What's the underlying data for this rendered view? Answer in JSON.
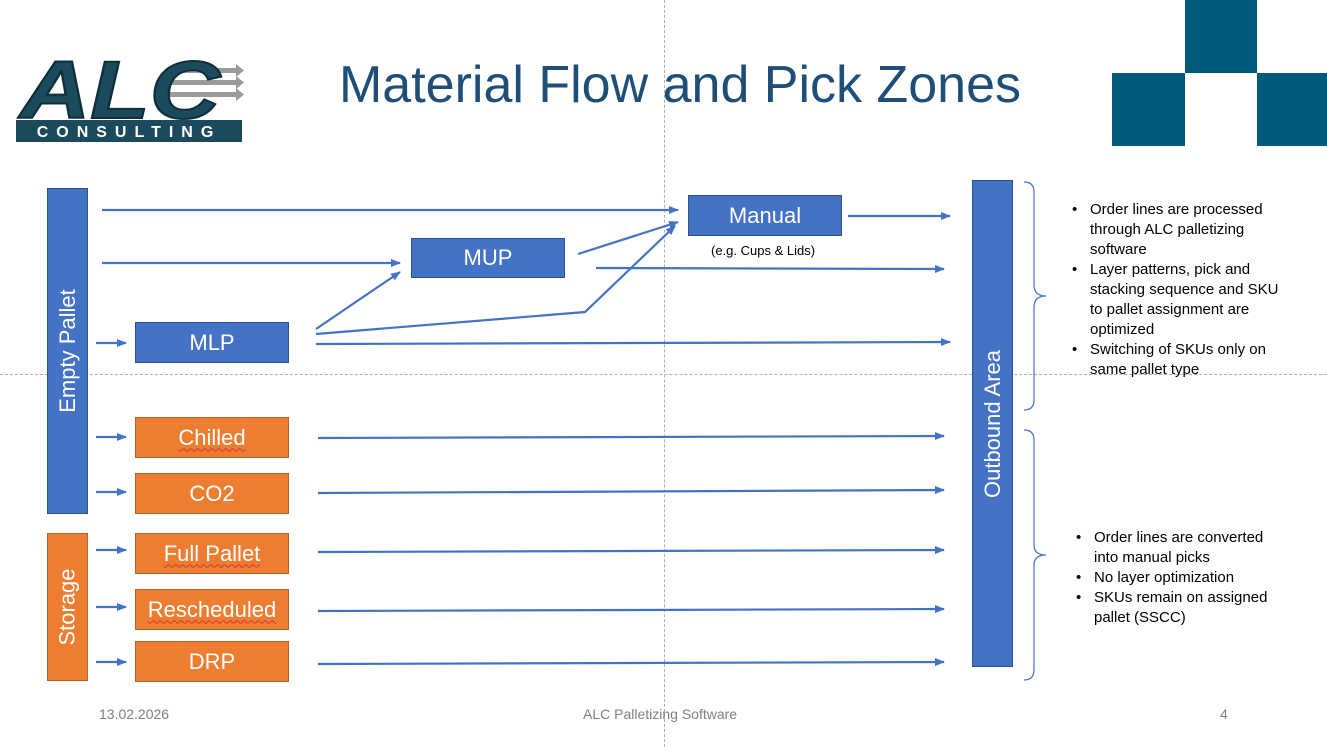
{
  "slide": {
    "title": "Material Flow and Pick Zones",
    "logo": {
      "top_text": "ALC",
      "bottom_text": "CONSULTING"
    },
    "colors": {
      "blue": "#4472c4",
      "orange": "#ed7d31",
      "title": "#1f4e79",
      "teal": "#005a7a"
    }
  },
  "diagram": {
    "empty_pallet": "Empty Pallet",
    "storage": "Storage",
    "outbound_area": "Outbound Area",
    "boxes": {
      "manual": "Manual",
      "manual_note": "(e.g. Cups & Lids)",
      "mup": "MUP",
      "mlp": "MLP",
      "chilled": "Chilled",
      "co2": "CO2",
      "full_pallet": "Full Pallet",
      "rescheduled": "Rescheduled",
      "drp": "DRP"
    }
  },
  "notes": {
    "upper": [
      "Order lines are processed through ALC palletizing software",
      "Layer patterns, pick and stacking sequence and SKU to pallet assignment are optimized",
      "Switching of SKUs only on same pallet type"
    ],
    "lower": [
      "Order lines are converted into manual picks",
      "No layer optimization",
      "SKUs remain on assigned pallet (SSCC)"
    ]
  },
  "footer": {
    "date": "13.02.2026",
    "center": "ALC Palletizing Software",
    "page": "4"
  }
}
